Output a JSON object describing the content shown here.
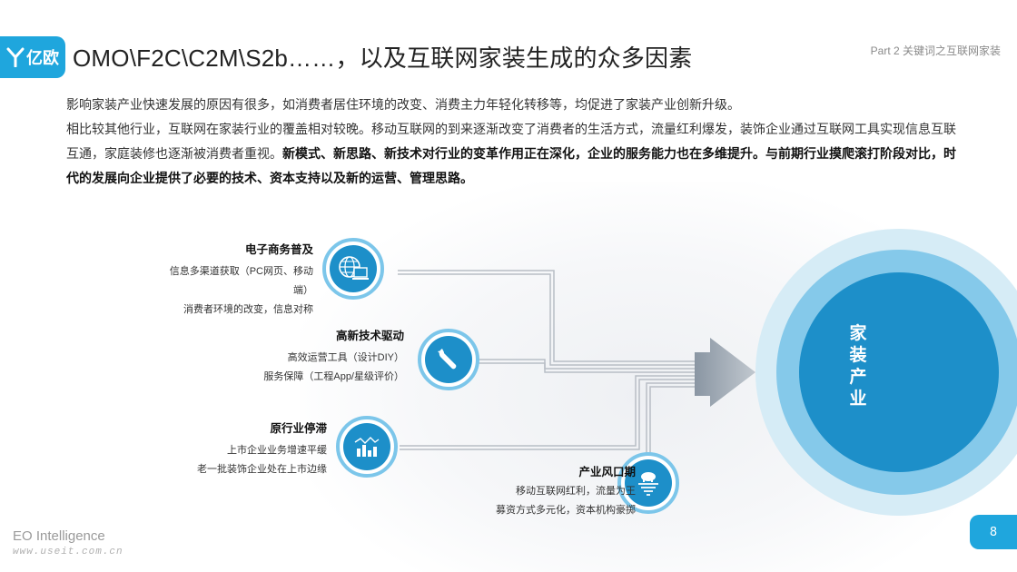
{
  "header": {
    "logo_text": "亿欧",
    "title": "OMO\\F2C\\C2M\\S2b……，以及互联网家装生成的众多因素",
    "part": "Part 2 关键词之互联网家装"
  },
  "intro": {
    "line1": "影响家装产业快速发展的原因有很多，如消费者居住环境的改变、消费主力年轻化转移等，均促进了家装产业创新升级。",
    "line2_plain": "相比较其他行业，互联网在家装行业的覆盖相对较晚。移动互联网的到来逐渐改变了消费者的生活方式，流量红利爆发，装饰企业通过互联网工具实现信息互联互通，家庭装修也逐渐被消费者重视。",
    "line2_bold": "新模式、新思路、新技术对行业的变革作用正在深化，企业的服务能力也在多维提升。与前期行业摸爬滚打阶段对比，时代的发展向企业提供了必要的技术、资本支持以及新的运营、管理思路。"
  },
  "factors": [
    {
      "title": "电子商务普及",
      "lines": [
        "信息多渠道获取（PC网页、移动",
        "端）",
        "消费者环境的改变，信息对称"
      ],
      "icon": "globe-computer-icon"
    },
    {
      "title": "高新技术驱动",
      "lines": [
        "高效运营工具（设计DIY）",
        "服务保障（工程App/星级评价）"
      ],
      "icon": "wrench-icon"
    },
    {
      "title": "原行业停滞",
      "lines": [
        "上市企业业务增速平缓",
        "老一批装饰企业处在上市边缘"
      ],
      "icon": "bar-chart-icon"
    },
    {
      "title": "产业风口期",
      "lines": [
        "移动互联网红利，流量为王",
        "募资方式多元化，资本机构豪掷"
      ],
      "icon": "pig-tornado-icon"
    }
  ],
  "target": {
    "chars": [
      "家",
      "装",
      "产",
      "业"
    ]
  },
  "colors": {
    "brand": "#1fa6dd",
    "dark_blue": "#1d8fc9",
    "light_blue": "#7cc6ea"
  },
  "footer": {
    "brand": "EO Intelligence",
    "url": "www.useit.com.cn",
    "page": "8"
  }
}
